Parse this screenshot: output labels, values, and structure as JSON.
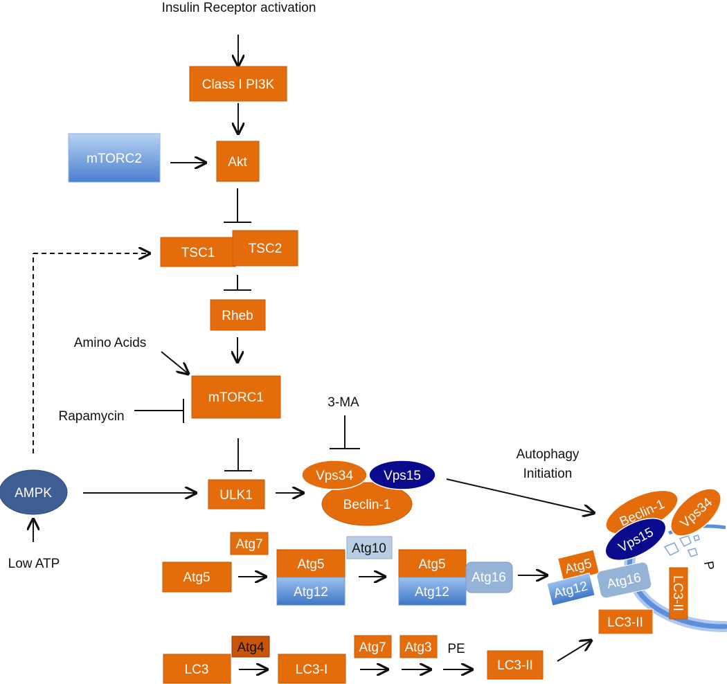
{
  "colors": {
    "orange": "#E46C0A",
    "orange_border": "#C25A08",
    "blue_light": "#8FB6EA",
    "blue_mid": "#4F86D0",
    "grey_blue": "#B9CDE5",
    "steel_blue": "#95B3D7",
    "navy": "#0A0A8C",
    "ampk_blue": "#3E5F94",
    "membrane": "#5B8FD9",
    "membrane_light": "#AFC9EE"
  },
  "labels": {
    "insulin": "Insulin Receptor activation",
    "amino_acids": "Amino Acids",
    "rapamycin": "Rapamycin",
    "three_ma": "3-MA",
    "low_atp": "Low ATP",
    "autophagy_line1": "Autophagy",
    "autophagy_line2": "Initiation",
    "pe": "PE",
    "phospho": "P"
  },
  "nodes": {
    "class1_pi3k": "Class I PI3K",
    "mtorc2": "mTORC2",
    "akt": "Akt",
    "tsc1": "TSC1",
    "tsc2": "TSC2",
    "rheb": "Rheb",
    "mtorc1": "mTORC1",
    "ulk1": "ULK1",
    "ampk": "AMPK",
    "vps34": "Vps34",
    "vps15": "Vps15",
    "beclin1": "Beclin-1",
    "atg7": "Atg7",
    "atg5": "Atg5",
    "atg12": "Atg12",
    "atg10": "Atg10",
    "atg16": "Atg16",
    "atg4": "Atg4",
    "atg3": "Atg3",
    "lc3": "LC3",
    "lc3_i": "LC3-I",
    "lc3_ii": "LC3-II"
  }
}
